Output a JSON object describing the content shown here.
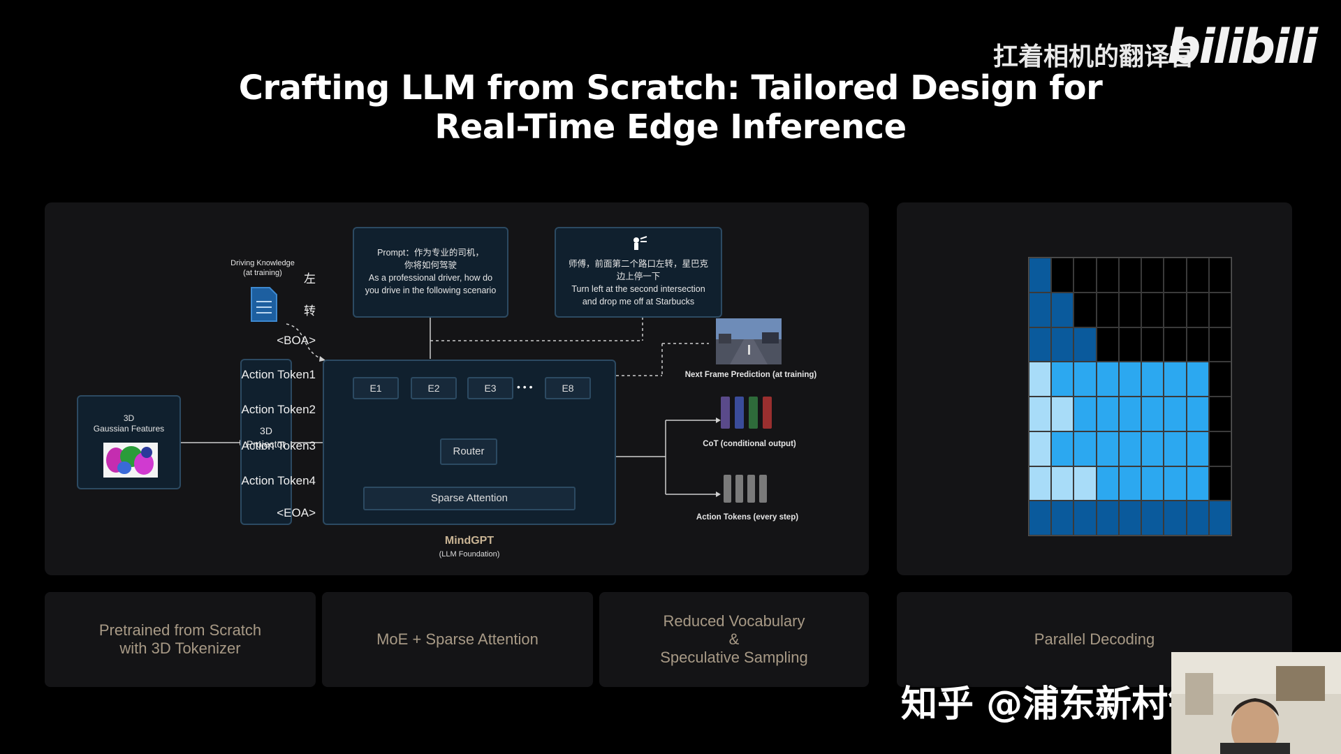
{
  "header": {
    "title_line1": "Crafting LLM from Scratch: Tailored Design for",
    "title_line2": "Real-Time Edge Inference",
    "watermark": "扛着相机的翻译官",
    "bili_logo": "bilibili"
  },
  "diagram": {
    "driving_knowledge": "Driving Knowledge",
    "driving_knowledge_sub": "(at training)",
    "prompt_cn1": "Prompt：作为专业的司机，",
    "prompt_cn2": "你将如何驾驶",
    "prompt_en1": "As a professional driver, how do",
    "prompt_en2": "you drive in the following scenario",
    "voice_cn1": "师傅，前面第二个路口左转，星巴克",
    "voice_cn2": "边上停一下",
    "voice_en1": "Turn left at the second intersection",
    "voice_en2": "and drop me off at Starbucks",
    "gaussian_l1": "3D",
    "gaussian_l2": "Gaussian Features",
    "projector_l1": "3D",
    "projector_l2": "Projector",
    "experts": [
      "E1",
      "E2",
      "E3",
      "E8"
    ],
    "ellipsis": "• • •",
    "router": "Router",
    "sparse_attention": "Sparse Attention",
    "model_name": "MindGPT",
    "model_sub": "(LLM Foundation)",
    "next_frame": "Next Frame Prediction (at training)",
    "cot": "CoT (conditional output)",
    "action_tokens": "Action Tokens (every step)",
    "cot_colors": [
      "#5a4a8a",
      "#3a4c9a",
      "#2e6b3a",
      "#9a2f2f"
    ]
  },
  "mask": {
    "rows": [
      "左",
      "转",
      "<BOA>",
      "Action Token1",
      "Action Token2",
      "Action Token3",
      "Action Token4",
      "<EOA>"
    ],
    "colors": {
      "dark": "#0a5a9c",
      "mid": "#2ca8f0",
      "light": "#a8dcf8",
      "black": "#000000"
    }
  },
  "cards": {
    "c1": [
      "Pretrained from Scratch",
      "with 3D Tokenizer"
    ],
    "c2": [
      "MoE + Sparse Attention"
    ],
    "c3": [
      "Reduced Vocabulary",
      "&",
      "Speculative Sampling"
    ],
    "c4": [
      "Parallel Decoding"
    ]
  },
  "overlay": {
    "zhihu": "知乎 @浦东新村钻天乐"
  }
}
